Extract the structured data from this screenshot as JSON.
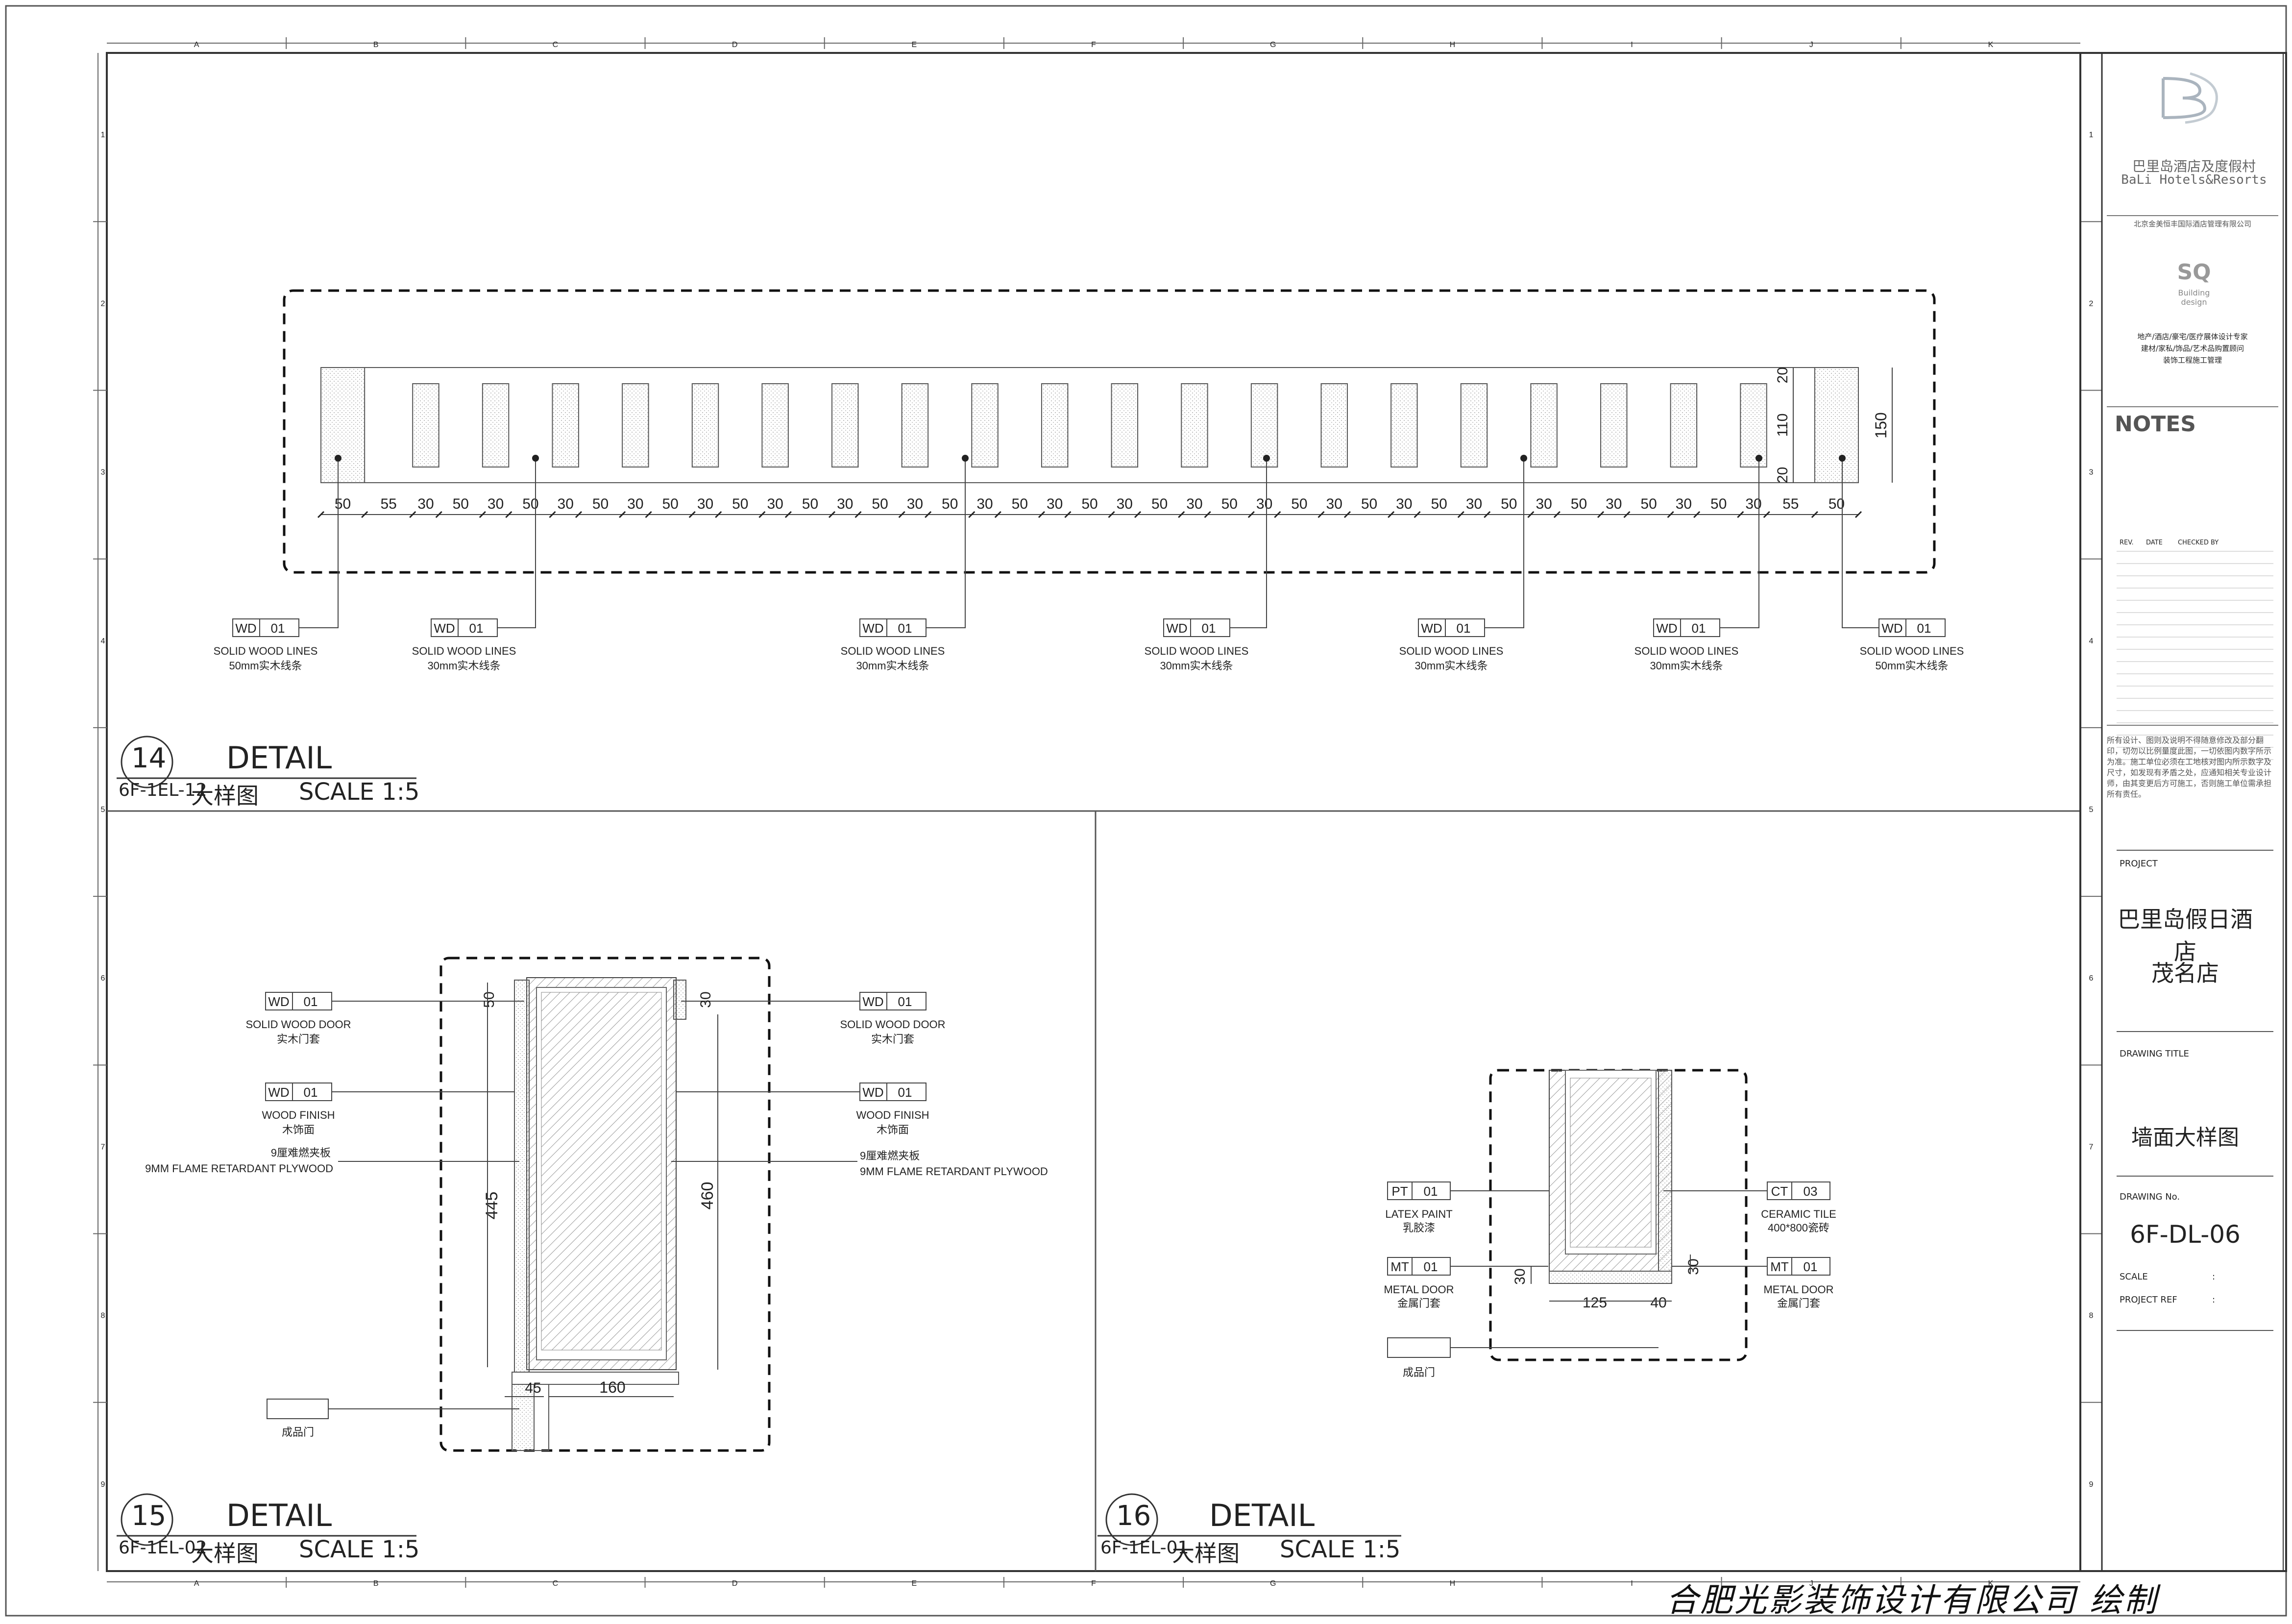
{
  "grid": {
    "cols": [
      "A",
      "B",
      "C",
      "D",
      "E",
      "F",
      "G",
      "H",
      "I",
      "J",
      "K"
    ],
    "rows": [
      "1",
      "2",
      "3",
      "4",
      "5",
      "6",
      "7",
      "8",
      "9"
    ]
  },
  "detail14": {
    "num": "14",
    "title": "DETAIL",
    "ref": "6F-1EL-12",
    "subtitle": "大样图",
    "scale": "SCALE 1:5",
    "dims_bottom": [
      "50",
      "55",
      "30",
      "50",
      "30",
      "50",
      "30",
      "50",
      "30",
      "50",
      "30",
      "50",
      "30",
      "50",
      "30",
      "50",
      "30",
      "50",
      "30",
      "50",
      "30",
      "50",
      "30",
      "50",
      "30",
      "50",
      "30",
      "50",
      "30",
      "50",
      "30",
      "50",
      "30",
      "50",
      "30",
      "50",
      "30",
      "50",
      "30",
      "50",
      "30",
      "55",
      "50"
    ],
    "dims_right": [
      "20",
      "110",
      "20"
    ],
    "dim_total": "150",
    "callouts": [
      {
        "code": "WD",
        "num": "01",
        "en": "SOLID WOOD LINES",
        "cn": "50mm实木线条"
      },
      {
        "code": "WD",
        "num": "01",
        "en": "SOLID WOOD LINES",
        "cn": "30mm实木线条"
      },
      {
        "code": "WD",
        "num": "01",
        "en": "SOLID WOOD LINES",
        "cn": "30mm实木线条"
      },
      {
        "code": "WD",
        "num": "01",
        "en": "SOLID WOOD LINES",
        "cn": "30mm实木线条"
      },
      {
        "code": "WD",
        "num": "01",
        "en": "SOLID WOOD LINES",
        "cn": "30mm实木线条"
      },
      {
        "code": "WD",
        "num": "01",
        "en": "SOLID WOOD LINES",
        "cn": "30mm实木线条"
      },
      {
        "code": "WD",
        "num": "01",
        "en": "SOLID WOOD LINES",
        "cn": "50mm实木线条"
      }
    ]
  },
  "detail15": {
    "num": "15",
    "title": "DETAIL",
    "ref": "6F-1EL-02",
    "subtitle": "大样图",
    "scale": "SCALE 1:5",
    "left_callouts": [
      {
        "code": "WD",
        "num": "01",
        "en": "SOLID WOOD DOOR",
        "cn": "实木门套"
      },
      {
        "code": "WD",
        "num": "01",
        "en": "WOOD FINISH",
        "cn": "木饰面"
      }
    ],
    "left_plywood": {
      "cn": "9厘难燃夹板",
      "en": "9MM FLAME RETARDANT PLYWOOD"
    },
    "right_callouts": [
      {
        "code": "WD",
        "num": "01",
        "en": "SOLID WOOD DOOR",
        "cn": "实木门套"
      },
      {
        "code": "WD",
        "num": "01",
        "en": "WOOD FINISH",
        "cn": "木饰面"
      }
    ],
    "right_plywood": {
      "cn": "9厘难燃夹板",
      "en": "9MM FLAME RETARDANT PLYWOOD"
    },
    "door_label": "成品门",
    "dims": {
      "top_left": "50",
      "top_right": "30",
      "left_height": "445",
      "right_height": "460",
      "bottom_width": "160",
      "bottom_small": "45"
    }
  },
  "detail16": {
    "num": "16",
    "title": "DETAIL",
    "ref": "6F-1EL-01",
    "subtitle": "大样图",
    "scale": "SCALE 1:5",
    "left_callouts": [
      {
        "code": "PT",
        "num": "01",
        "en": "LATEX PAINT",
        "cn": "乳胶漆"
      },
      {
        "code": "MT",
        "num": "01",
        "en": "METAL DOOR",
        "cn": "金属门套"
      }
    ],
    "right_callouts": [
      {
        "code": "CT",
        "num": "03",
        "en": "CERAMIC TILE",
        "cn": "400*800瓷砖"
      },
      {
        "code": "MT",
        "num": "01",
        "en": "METAL DOOR",
        "cn": "金属门套"
      }
    ],
    "door_label": "成品门",
    "dims": {
      "left": "30",
      "right": "30",
      "width": "125",
      "small": "40"
    }
  },
  "title_block": {
    "logo_cn": "巴里岛酒店及度假村",
    "logo_en": "BaLi Hotels&Resorts",
    "company": "北京金美恒丰国际酒店管理有限公司",
    "design_mark": "SQ",
    "design_sub": "Building design",
    "services": [
      "地产/酒店/豪宅/医疗展体设计专家",
      "建材/家私/饰品/艺术品购置顾问",
      "装饰工程施工管理"
    ],
    "notes_label": "NOTES",
    "rev_headers": [
      "REV.",
      "DATE",
      "CHECKED BY"
    ],
    "notes_text": "所有设计、图则及说明不得随意修改及部分翻印，切勿以比例量度此图，一切依图内数字所示为准。施工单位必须在工地核对图内所示数字及尺寸，如发现有矛盾之处，应通知相关专业设计师，由其变更后方可施工，否则施工单位需承担所有责任。",
    "project_label": "PROJECT",
    "project_name": [
      "巴里岛假日酒店",
      "茂名店"
    ],
    "drawing_title_label": "DRAWING  TITLE",
    "drawing_title": "墙面大样图",
    "drawing_no_label": "DRAWING No.",
    "drawing_no": "6F-DL-06",
    "scale_label": "SCALE",
    "project_ref_label": "PROJECT  REF",
    "colon": ":"
  },
  "footer": "合肥光影装饰设计有限公司 绘制"
}
